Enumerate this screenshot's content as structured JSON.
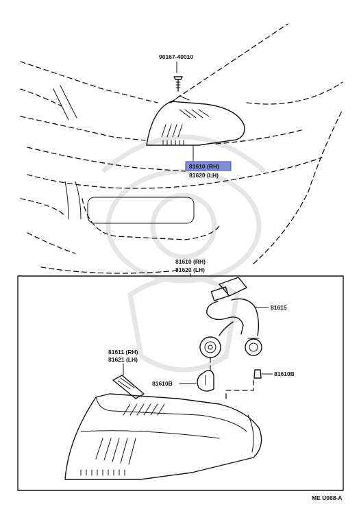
{
  "labels": {
    "bolt_part": "90167-40010",
    "lamp_rh_top": "81610 (RH)",
    "lamp_lh_top": "81620 (LH)",
    "lamp_rh_box": "81610 (RH)",
    "lamp_lh_box": "81620 (LH)",
    "harness": "81615",
    "socket_rh": "81611 (RH)",
    "socket_lh": "81621 (LH)",
    "bulb_left": "81610B",
    "bulb_right": "81610B",
    "diagram_code": "ME U088-A"
  },
  "highlight_color": "#7e8fd6"
}
